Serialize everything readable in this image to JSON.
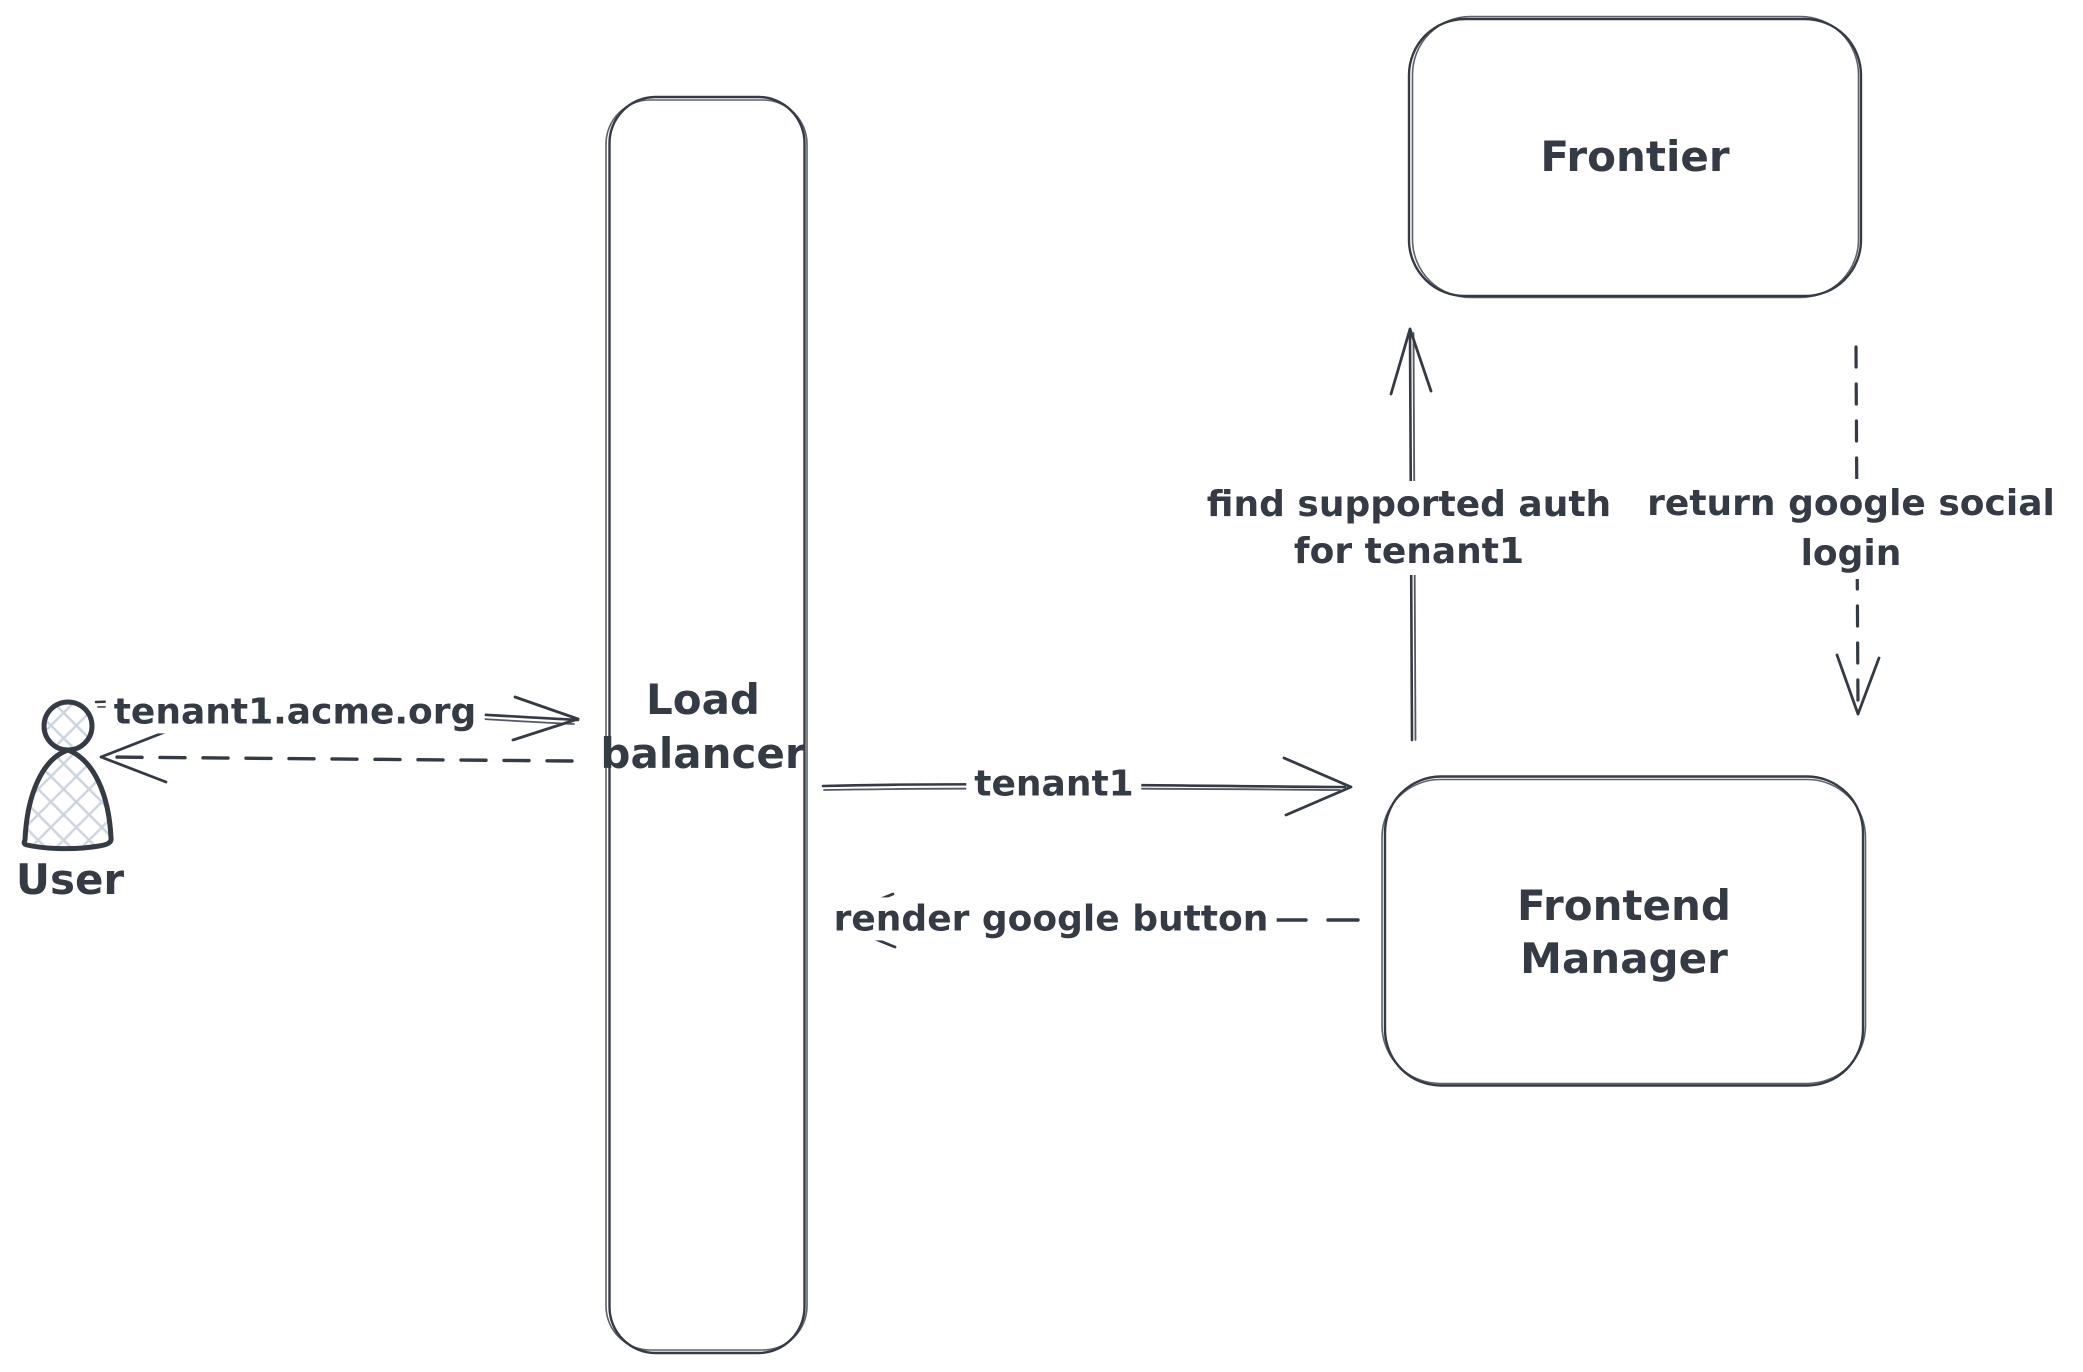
{
  "canvas": {
    "background_color": "#ffffff",
    "ink_color": "#353b45",
    "hatch_fill_color": "#ccd4df",
    "style": "hand-drawn flowchart"
  },
  "nodes": {
    "user": {
      "label": "User",
      "kind": "person-actor"
    },
    "load_balancer": {
      "lines": [
        "Load",
        "balancer"
      ],
      "kind": "tall-rounded-box"
    },
    "frontier": {
      "label": "Frontier",
      "kind": "rounded-box"
    },
    "frontend_manager": {
      "lines": [
        "Frontend",
        "Manager"
      ],
      "kind": "rounded-box"
    }
  },
  "edges": {
    "user_to_load_balancer": {
      "label": "tenant1.acme.org",
      "line": "solid",
      "arrow": "right"
    },
    "load_balancer_to_user": {
      "label": "",
      "line": "dashed",
      "arrow": "left"
    },
    "load_balancer_to_frontend_manager": {
      "label": "tenant1",
      "line": "solid",
      "arrow": "right"
    },
    "frontend_manager_to_load_balancer": {
      "label": "render google button",
      "line": "dashed",
      "arrow": "left"
    },
    "frontend_manager_to_frontier": {
      "lines": [
        "find supported auth",
        "for tenant1"
      ],
      "line": "solid",
      "arrow": "up"
    },
    "frontier_to_frontend_manager": {
      "lines": [
        "return google social",
        "login"
      ],
      "line": "dashed",
      "arrow": "down"
    }
  }
}
